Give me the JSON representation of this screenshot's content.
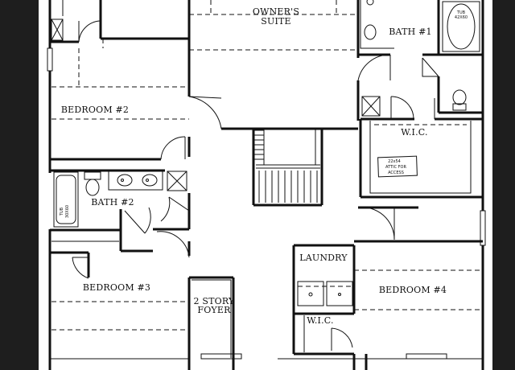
{
  "rooms": {
    "owners_suite_line1": "OWNER'S",
    "owners_suite_line2": "SUITE",
    "bath1": "BATH #1",
    "bedroom2": "BEDROOM #2",
    "wic_top": "W.I.C.",
    "bath2": "BATH #2",
    "laundry": "LAUNDRY",
    "bedroom3": "BEDROOM #3",
    "foyer_line1": "2 STORY",
    "foyer_line2": "FOYER",
    "bedroom4": "BEDROOM #4",
    "wic_bottom": "W.I.C."
  },
  "fixtures": {
    "tub_top_line1": "TUB",
    "tub_top_line2": "42X60",
    "tub_left_line1": "TUB",
    "tub_left_line2": "30X60",
    "attic_line1": "22x54",
    "attic_line2": "ATTIC FOR",
    "attic_line3": "ACCESS"
  },
  "colors": {
    "background": "#1e1e1e",
    "paper": "#ffffff",
    "ink": "#111111"
  }
}
